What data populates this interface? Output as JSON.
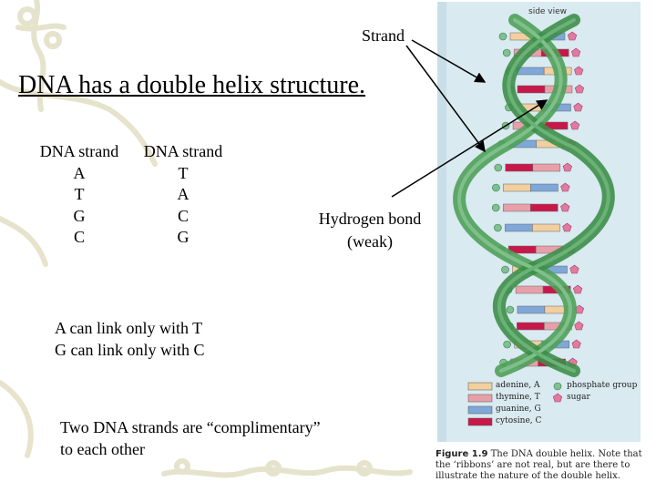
{
  "title": "DNA has a double helix structure.",
  "strand_label": "Strand",
  "columns": {
    "strand1": {
      "header": "DNA strand",
      "bases": [
        "A",
        "T",
        "G",
        "C"
      ]
    },
    "strand2": {
      "header": "DNA strand",
      "bases": [
        "T",
        "A",
        "C",
        "G"
      ]
    }
  },
  "hydrogen_bond": {
    "line1": "Hydrogen bond",
    "line2": "(weak)"
  },
  "rules": [
    "A can link only with T",
    "G can link only with C"
  ],
  "complementary": [
    "Two DNA strands are “complimentary”",
    "to each other"
  ],
  "figure": {
    "side_view": "side view",
    "legend": [
      {
        "label": "adenine, A",
        "color": "#f2cfa0"
      },
      {
        "label": "thymine, T",
        "color": "#e8a0a8"
      },
      {
        "label": "guanine, G",
        "color": "#7fa7d8"
      },
      {
        "label": "cytosine, C",
        "color": "#c8184a"
      },
      {
        "label": "phosphate group",
        "color": "#7fbf90"
      },
      {
        "label": "sugar",
        "color": "#e27aa0"
      }
    ],
    "caption_bold": "Figure 1.9",
    "caption_text": "The DNA double helix. Note that the ‘ribbons’ are not real, but are there to illustrate the nature of the double helix."
  },
  "colors": {
    "helix_green": "#4fa05a",
    "panel_bg": "#d9eaf0"
  }
}
